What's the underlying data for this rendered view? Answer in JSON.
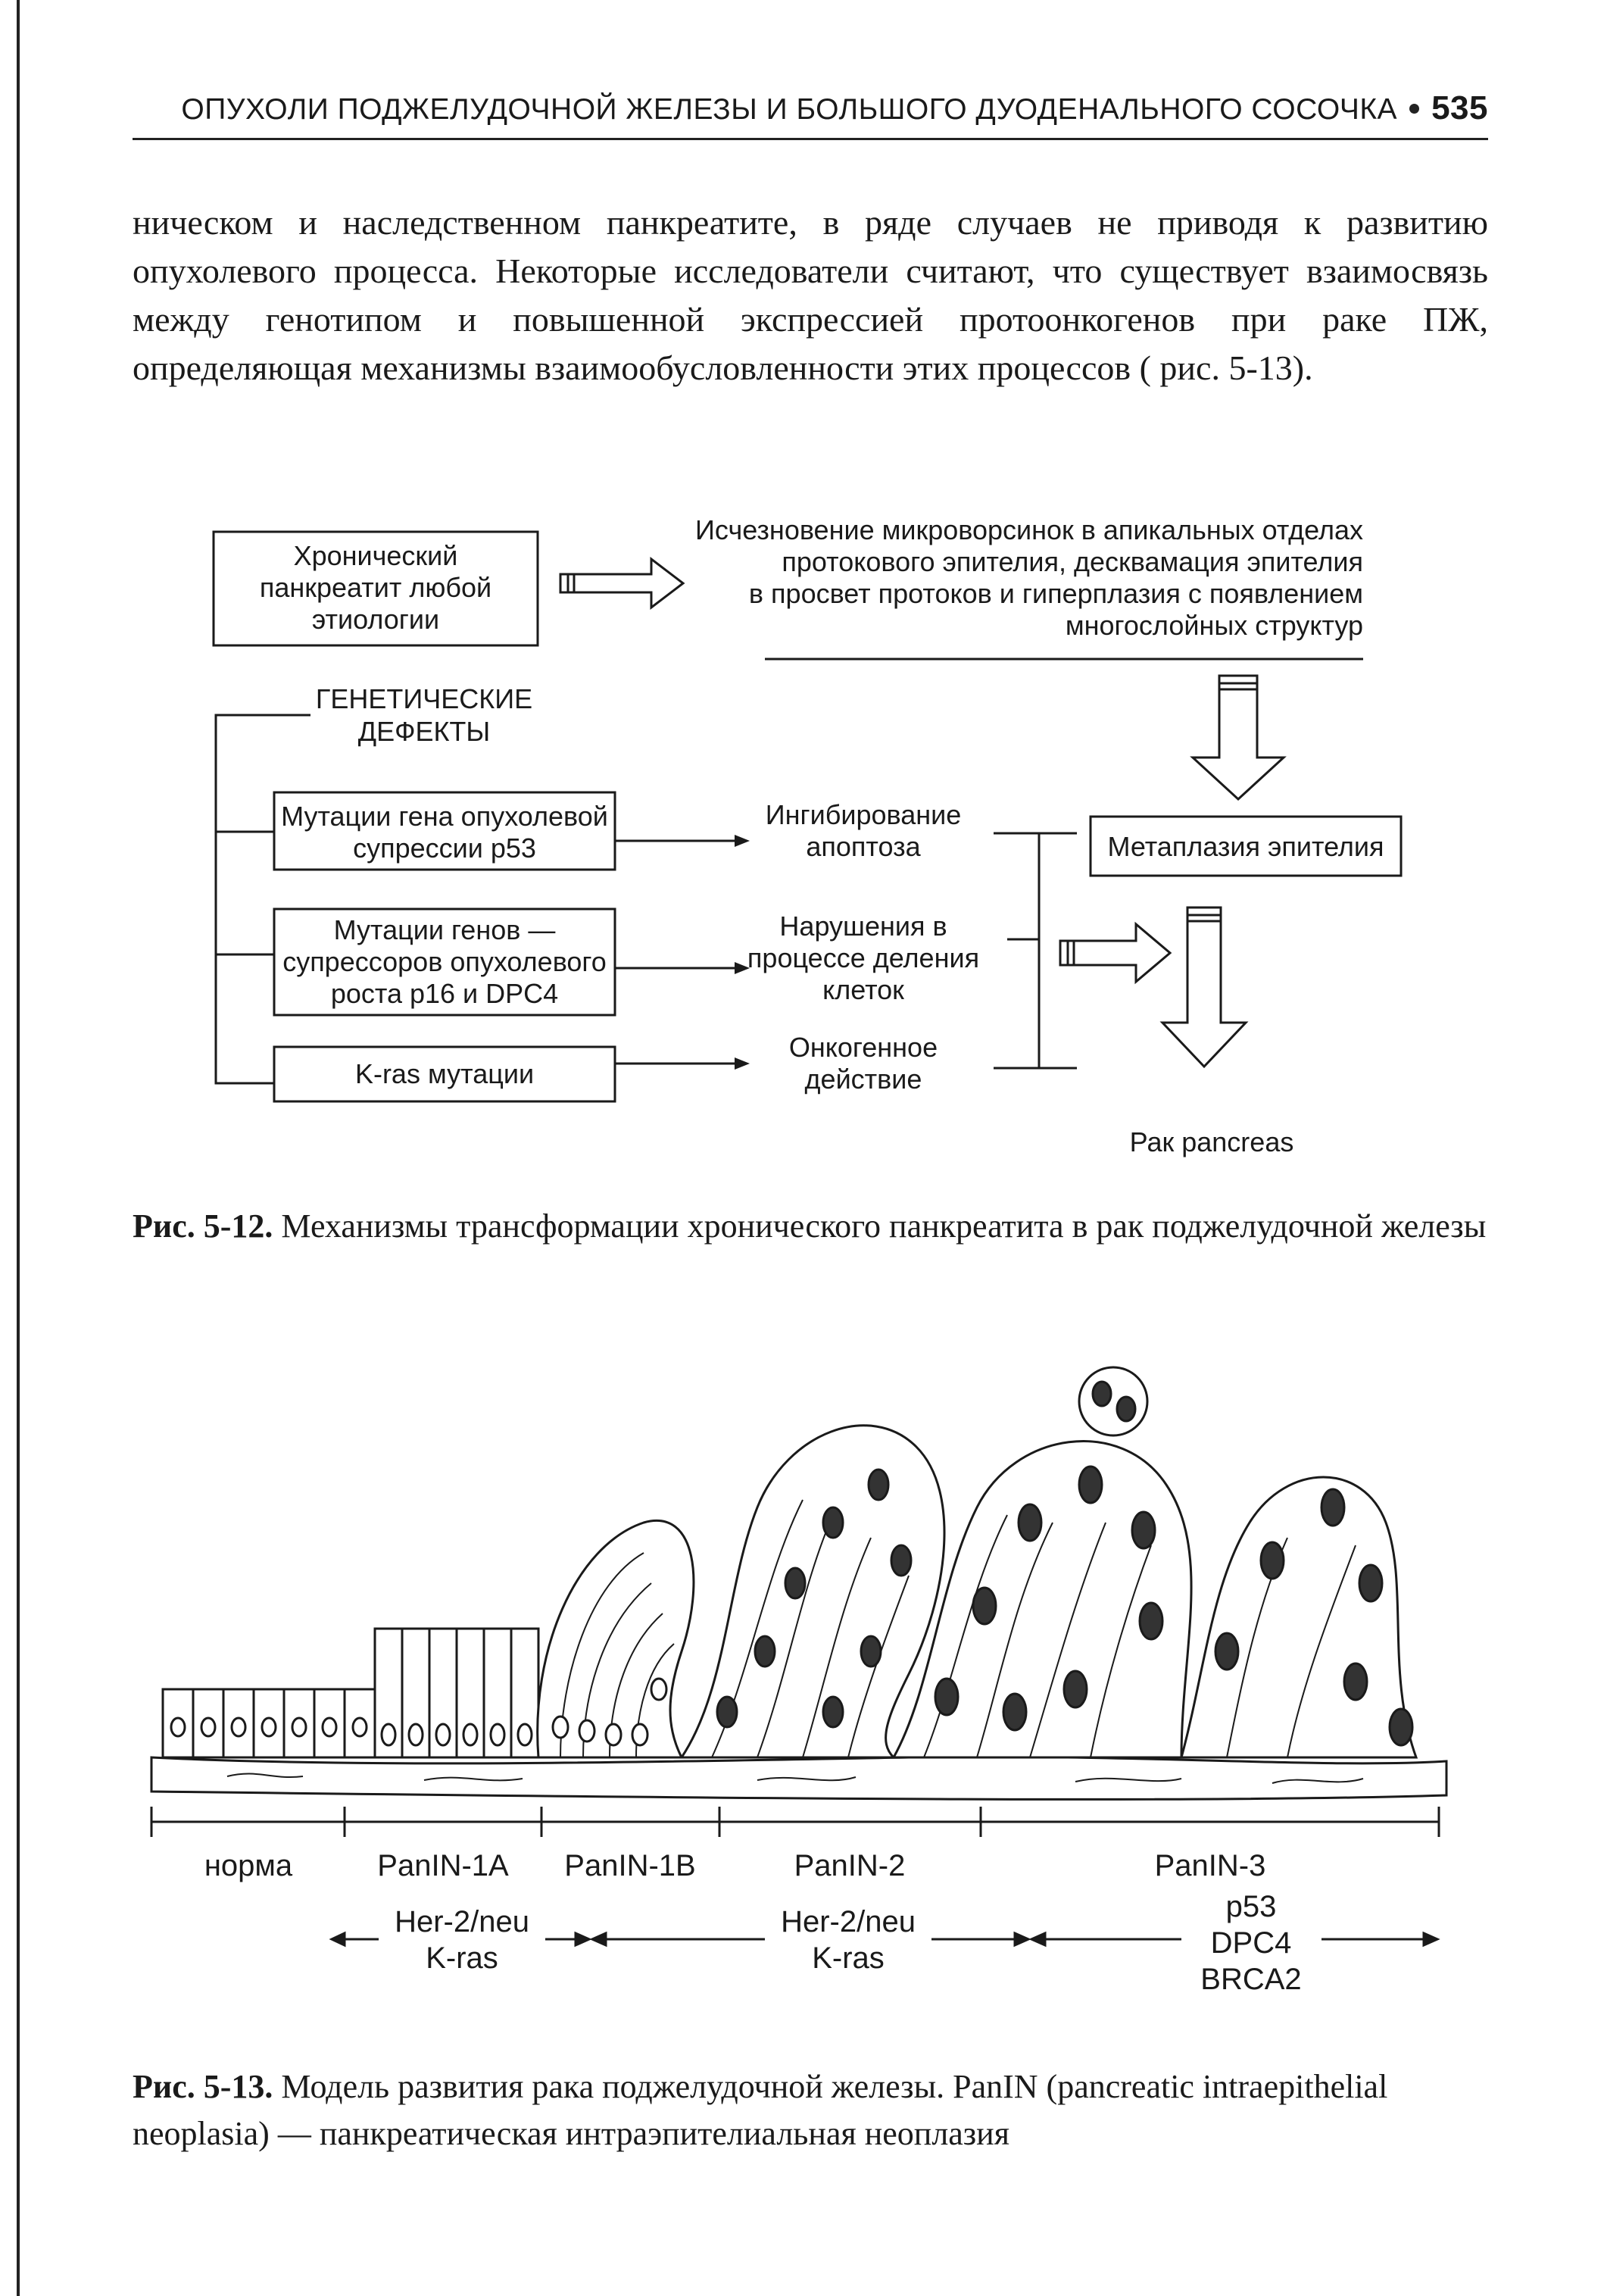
{
  "header": {
    "running_title": "ОПУХОЛИ ПОДЖЕЛУДОЧНОЙ ЖЕЛЕЗЫ И БОЛЬШОГО ДУОДЕНАЛЬНОГО СОСОЧКА",
    "page_number": "535"
  },
  "body_text": "ническом и наследственном панкреатите, в ряде случаев не приводя к развитию опухолевого процесса. Некоторые исследователи считают, что существует взаимосвязь между генотипом и повышенной экспрессией протоонкогенов при раке ПЖ, определяющая механизмы взаимообусловленности этих процессов ( рис. 5-13).",
  "figure_12": {
    "chronic_box": [
      "Хронический",
      "панкреатит любой",
      "этиологии"
    ],
    "top_effect": [
      "Исчезновение микроворсинок в апикальных отделах",
      "протокового эпителия, десквамация эпителия",
      "в просвет протоков и гиперплазия с появлением",
      "многослойных структур"
    ],
    "genetic_defects": [
      "ГЕНЕТИЧЕСКИЕ",
      "ДЕФЕКТЫ"
    ],
    "mutation_boxes": [
      [
        "Мутации гена опухолевой",
        "супрессии р53"
      ],
      [
        "Мутации генов —",
        "супрессоров опухолевого",
        "роста р16 и DPC4"
      ],
      [
        "K-ras мутации"
      ]
    ],
    "effects": [
      [
        "Ингибирование",
        "апоптоза"
      ],
      [
        "Нарушения в",
        "процессе деления",
        "клеток"
      ],
      [
        "Онкогенное",
        "действие"
      ]
    ],
    "metaplasia": "Метаплазия эпителия",
    "outcome": "Рак pancreas",
    "caption_label": "Рис. 5-12.",
    "caption_text": "Механизмы трансформации хронического панкреатита в рак поджелудочной железы"
  },
  "figure_13": {
    "stages": [
      "норма",
      "PanIN-1A",
      "PanIN-1B",
      "PanIN-2",
      "PanIN-3"
    ],
    "markers_left": [
      "Her-2/neu",
      "K-ras"
    ],
    "markers_mid": [
      "Her-2/neu",
      "K-ras"
    ],
    "markers_right": [
      "p53",
      "DPC4",
      "BRCA2"
    ],
    "caption_label": "Рис. 5-13.",
    "caption_text": "Модель развития рака поджелудочной железы. PanIN (pancreatic intraepithelial neoplasia) — панкреатическая интраэпителиальная неоплазия"
  }
}
